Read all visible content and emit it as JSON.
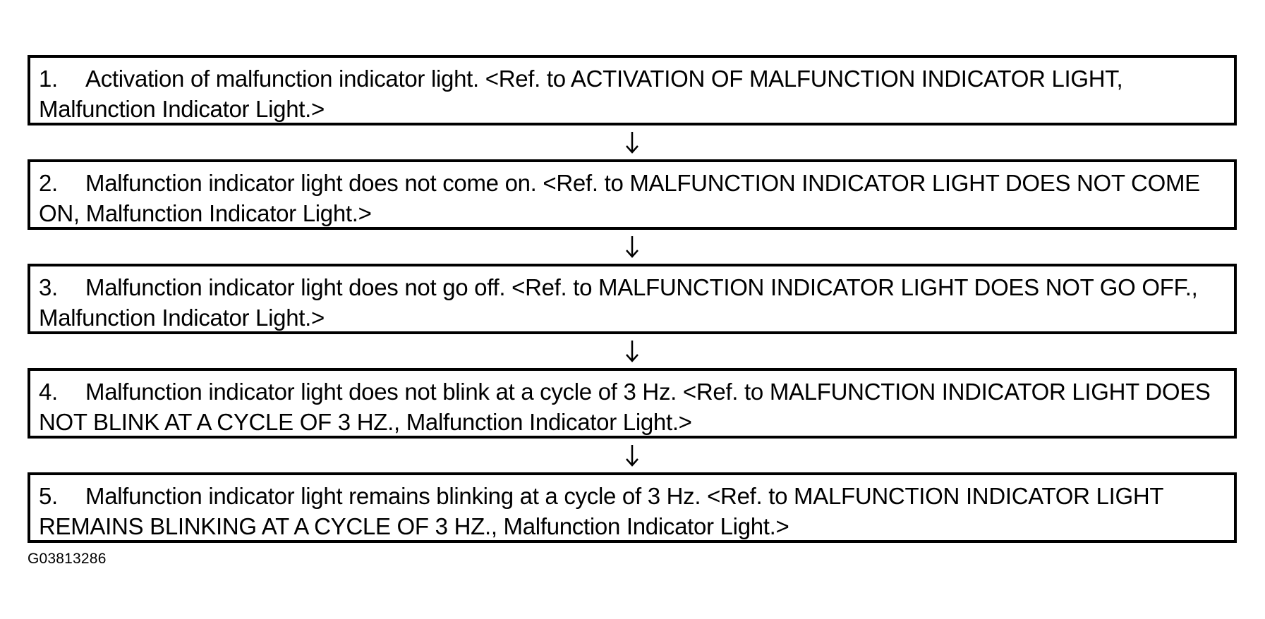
{
  "steps": [
    {
      "number": "1.",
      "text": "Activation of malfunction indicator light. <Ref. to ACTIVATION OF MALFUNCTION INDICATOR LIGHT, Malfunction Indicator Light.>"
    },
    {
      "number": "2.",
      "text": "Malfunction indicator light does not come on. <Ref. to MALFUNCTION INDICATOR LIGHT DOES NOT COME ON, Malfunction Indicator Light.>"
    },
    {
      "number": "3.",
      "text": "Malfunction indicator light does not go off. <Ref. to MALFUNCTION INDICATOR LIGHT DOES NOT GO OFF., Malfunction Indicator Light.>"
    },
    {
      "number": "4.",
      "text": "Malfunction indicator light does not blink at a cycle of 3 Hz. <Ref. to MALFUNCTION INDICATOR LIGHT DOES NOT BLINK AT A CYCLE OF 3 HZ., Malfunction Indicator Light.>"
    },
    {
      "number": "5.",
      "text": "Malfunction indicator light remains blinking at a cycle of 3 Hz. <Ref. to MALFUNCTION INDICATOR LIGHT REMAINS BLINKING AT A CYCLE OF 3 HZ., Malfunction Indicator Light.>"
    }
  ],
  "connectors": [
    {
      "icon": "arrow-down-icon"
    },
    {
      "icon": "arrow-down-icon"
    },
    {
      "icon": "arrow-down-icon"
    },
    {
      "icon": "arrow-down-icon"
    }
  ],
  "figure_code": "G03813286",
  "colors": {
    "border": "#000000",
    "text": "#000000",
    "background": "#ffffff"
  }
}
